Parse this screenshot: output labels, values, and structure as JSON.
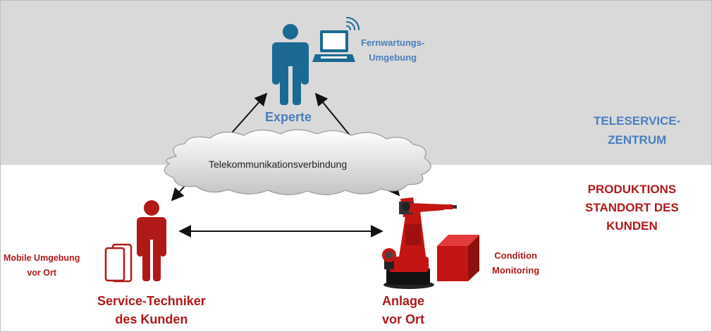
{
  "colors": {
    "blue": "#4a7fbe",
    "figure_blue": "#1a6a93",
    "red": "#b11919",
    "grey_band": "#d9d9d9"
  },
  "top_zone": {
    "title_line1": "TELESERVICE-",
    "title_line2": "ZENTRUM"
  },
  "bottom_zone": {
    "title_line1": "PRODUKTIONS",
    "title_line2": "STANDORT DES",
    "title_line3": "KUNDEN"
  },
  "nodes": {
    "expert": {
      "label": "Experte",
      "icon": "person-icon"
    },
    "remote_env": {
      "line1": "Fernwartungs-",
      "line2": "Umgebung",
      "icon": "laptop-wifi-icon"
    },
    "technician": {
      "line1": "Service-Techniker",
      "line2": "des Kunden",
      "icon": "person-icon"
    },
    "mobile_env": {
      "line1": "Mobile Umgebung",
      "line2": "vor Ort",
      "icon": "tablet-icon"
    },
    "machine": {
      "line1": "Anlage",
      "line2": "vor Ort",
      "icon": "industrial-robot-icon"
    },
    "condition": {
      "line1": "Condition",
      "line2": "Monitoring",
      "icon": "cube-icon"
    }
  },
  "connection": {
    "label": "Telekommunikationsverbindung",
    "icon": "cloud-icon"
  }
}
